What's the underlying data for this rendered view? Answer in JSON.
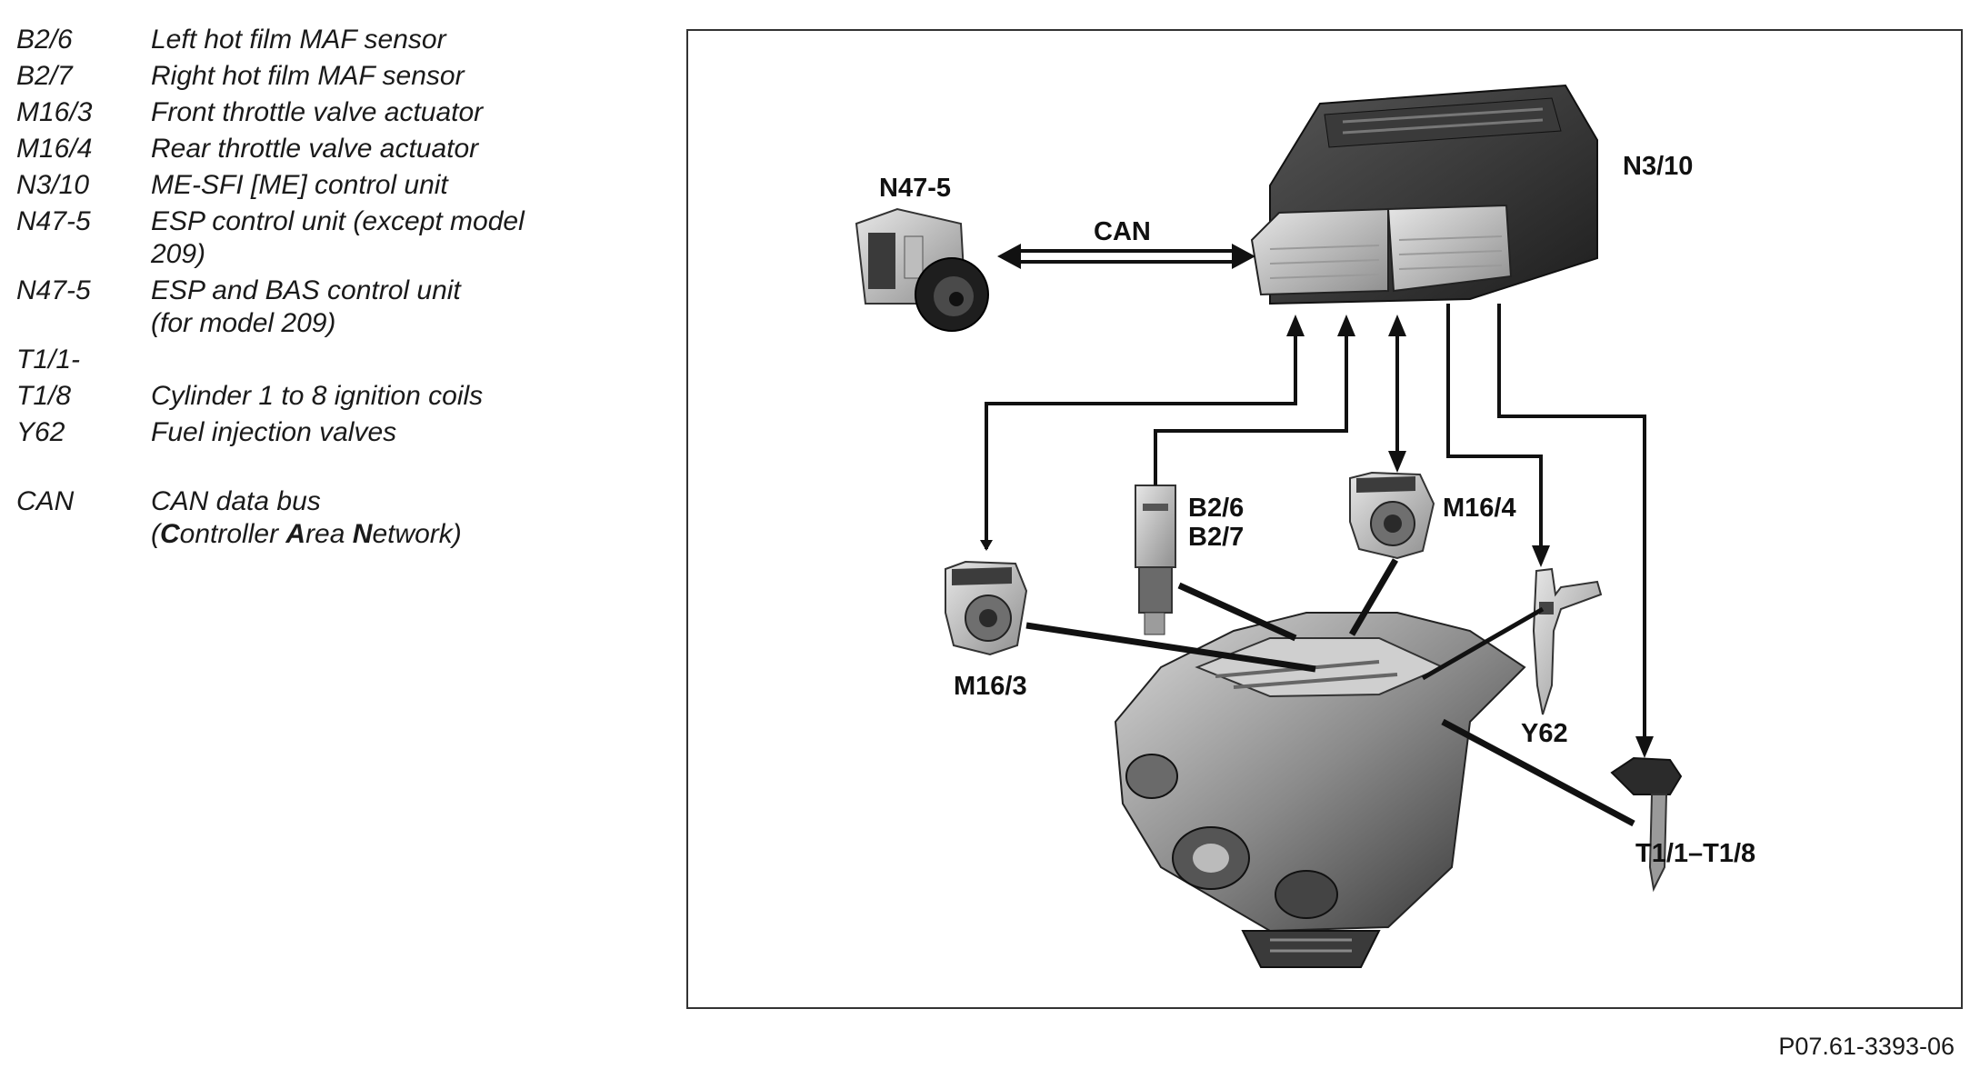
{
  "legend": [
    {
      "code": "B2/6",
      "lines": [
        "Left hot film MAF sensor"
      ]
    },
    {
      "code": "B2/7",
      "lines": [
        "Right hot film MAF sensor"
      ]
    },
    {
      "code": "M16/3",
      "lines": [
        "Front throttle valve actuator"
      ]
    },
    {
      "code": "M16/4",
      "lines": [
        "Rear throttle valve actuator"
      ]
    },
    {
      "code": "N3/10",
      "lines": [
        "ME-SFI [ME] control unit"
      ]
    },
    {
      "code": "N47-5",
      "lines": [
        "ESP control unit (except model",
        "209)"
      ]
    },
    {
      "code": "N47-5",
      "lines": [
        "ESP and BAS control unit",
        "(for model 209)"
      ]
    },
    {
      "code": "T1/1-",
      "lines": [
        ""
      ]
    },
    {
      "code": "T1/8",
      "lines": [
        "Cylinder 1 to 8 ignition coils"
      ]
    },
    {
      "code": "Y62",
      "lines": [
        "Fuel injection valves"
      ]
    }
  ],
  "can_legend": {
    "code": "CAN",
    "line1": "CAN data bus",
    "line2": {
      "open": "(",
      "c_bold": "C",
      "c_rest": "ontroller ",
      "a_bold": "A",
      "a_rest": "rea ",
      "n_bold": "N",
      "n_rest": "etwork)"
    }
  },
  "diagram": {
    "labels": {
      "n47_5": "N47-5",
      "can": "CAN",
      "n3_10": "N3/10",
      "b2_6": "B2/6",
      "b2_7": "B2/7",
      "m16_4": "M16/4",
      "m16_3": "M16/3",
      "y62": "Y62",
      "t1": "T1/1–T1/8"
    }
  },
  "figure_id": "P07.61-3393-06",
  "colors": {
    "line": "#111111",
    "component_dark": "#2b2b2b",
    "component_mid": "#8a8a8a",
    "component_light": "#d0d0d0"
  }
}
